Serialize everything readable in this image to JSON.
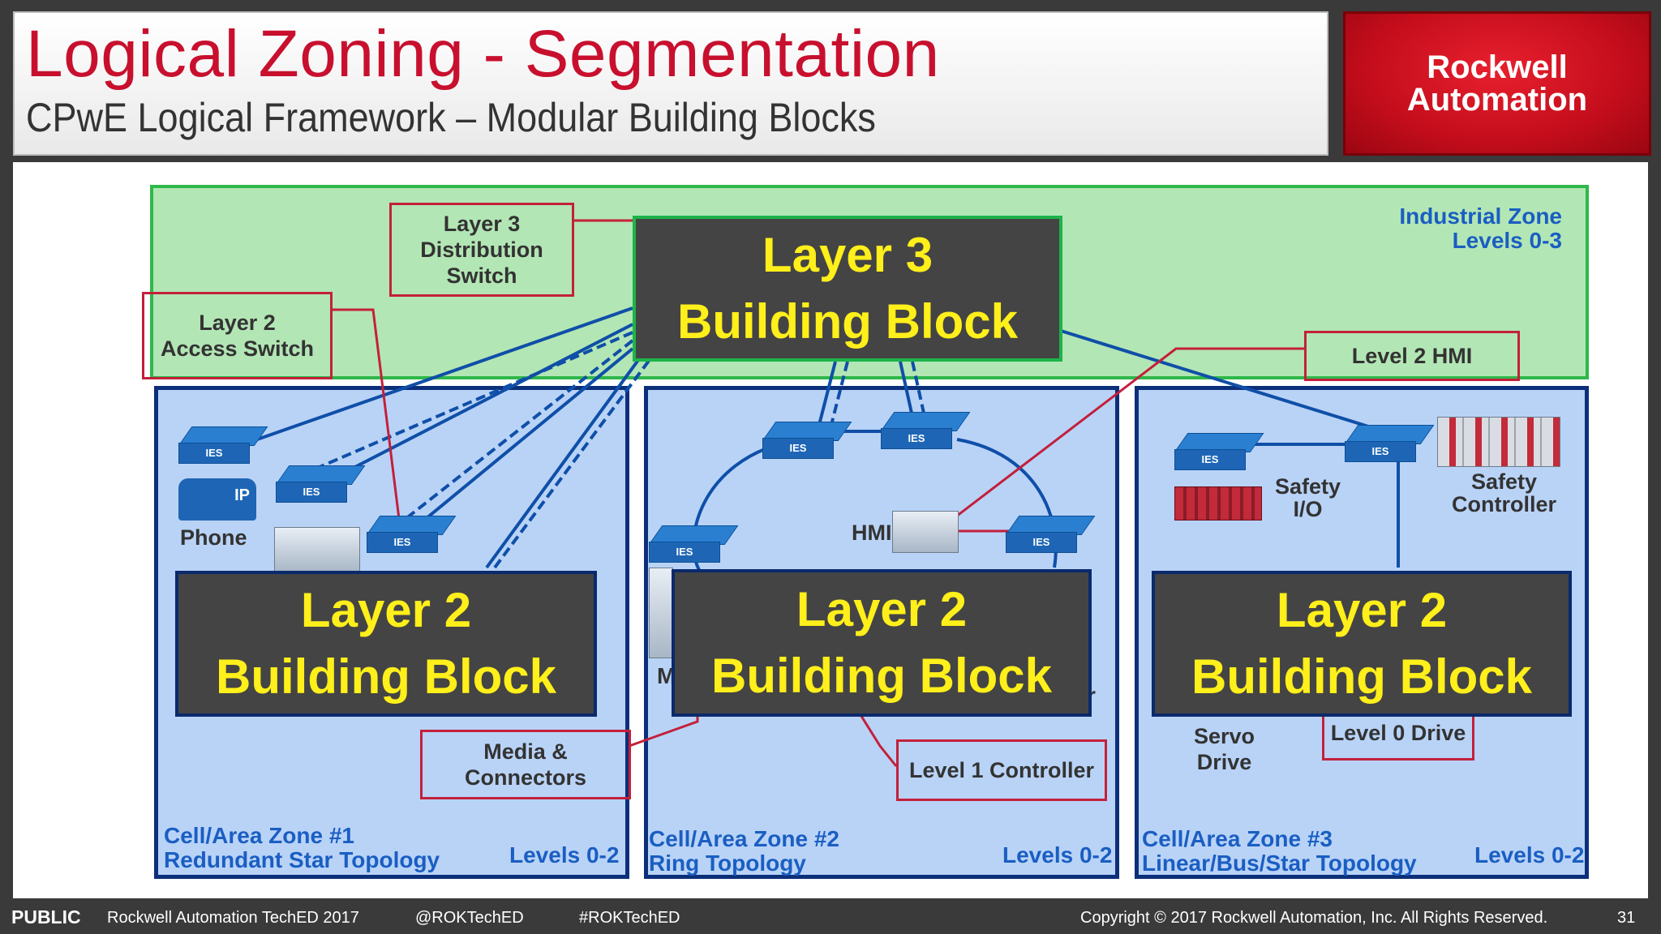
{
  "title": "Logical Zoning - Segmentation",
  "subtitle": "CPwE Logical Framework – Modular Building Blocks",
  "logo": {
    "line1": "Rockwell",
    "line2": "Automation"
  },
  "industrial_zone": {
    "name": "Industrial Zone",
    "levels": "Levels 0-3"
  },
  "callouts": {
    "l3_dist": [
      "Layer 3",
      "Distribution",
      "Switch"
    ],
    "l2_access": [
      "Layer 2",
      "Access Switch"
    ],
    "level2_hmi": "Level 2 HMI",
    "media": [
      "Media &",
      "Connectors"
    ],
    "level1": "Level 1 Controller",
    "level0": "Level 0 Drive"
  },
  "blocks": {
    "l3": [
      "Layer 3",
      "Building Block"
    ],
    "l2": [
      "Layer 2",
      "Building Block"
    ]
  },
  "ies": "IES",
  "devices": {
    "phone": "Phone",
    "ip": "IP",
    "hmi": "HMI",
    "safety_io": [
      "Safety",
      "I/O"
    ],
    "safety_ctrl": [
      "Safety",
      "Controller"
    ],
    "servo": [
      "Servo",
      "Drive"
    ],
    "m_partial": "M",
    "r_partial": "r"
  },
  "cells": [
    {
      "name": "Cell/Area Zone #1",
      "topology": "Redundant Star Topology",
      "levels": "Levels 0-2"
    },
    {
      "name": "Cell/Area Zone #2",
      "topology": "Ring Topology",
      "levels": "Levels 0-2"
    },
    {
      "name": "Cell/Area Zone #3",
      "topology": "Linear/Bus/Star Topology",
      "levels": "Levels 0-2"
    }
  ],
  "footer": {
    "public": "PUBLIC",
    "event": "Rockwell Automation TechED 2017",
    "handle": "@ROKTechED",
    "hashtag": "#ROKTechED",
    "copyright": "Copyright © 2017 Rockwell Automation, Inc. All Rights Reserved.",
    "page": "31"
  },
  "colors": {
    "accent_red": "#c8102e",
    "zone_green": "#b3e6b5",
    "cell_blue": "#b9d3f7",
    "block_text": "#ffef1a"
  }
}
